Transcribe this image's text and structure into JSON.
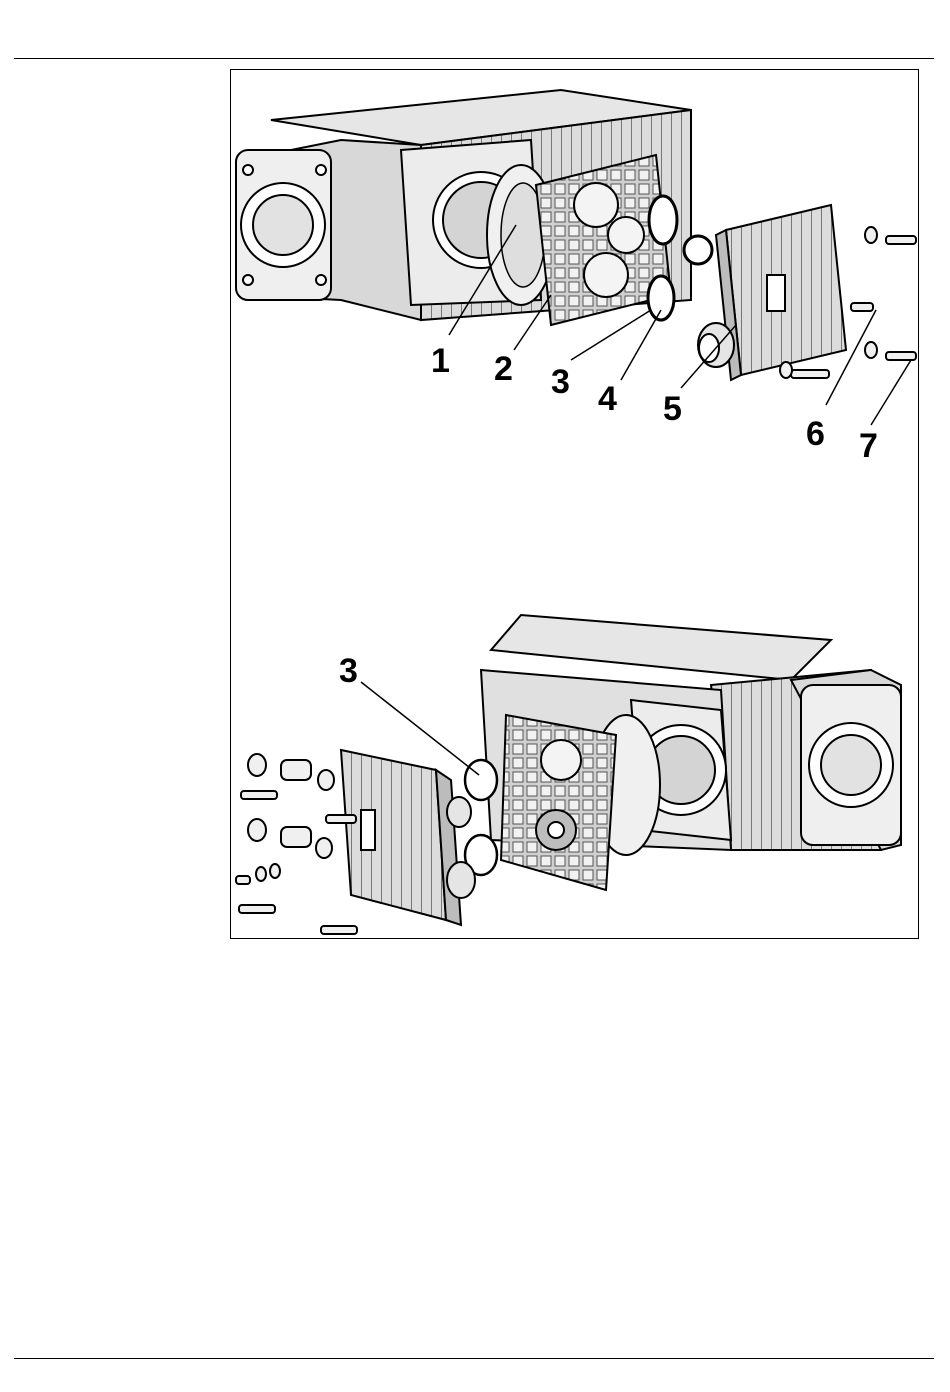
{
  "callouts_top": [
    "1",
    "2",
    "3",
    "4",
    "5",
    "6",
    "7"
  ],
  "callouts_bottom": [
    "3"
  ],
  "colors": {
    "line": "#000000",
    "light": "#e6e6e6",
    "mid": "#cfcfcf",
    "dark": "#9a9a9a"
  }
}
